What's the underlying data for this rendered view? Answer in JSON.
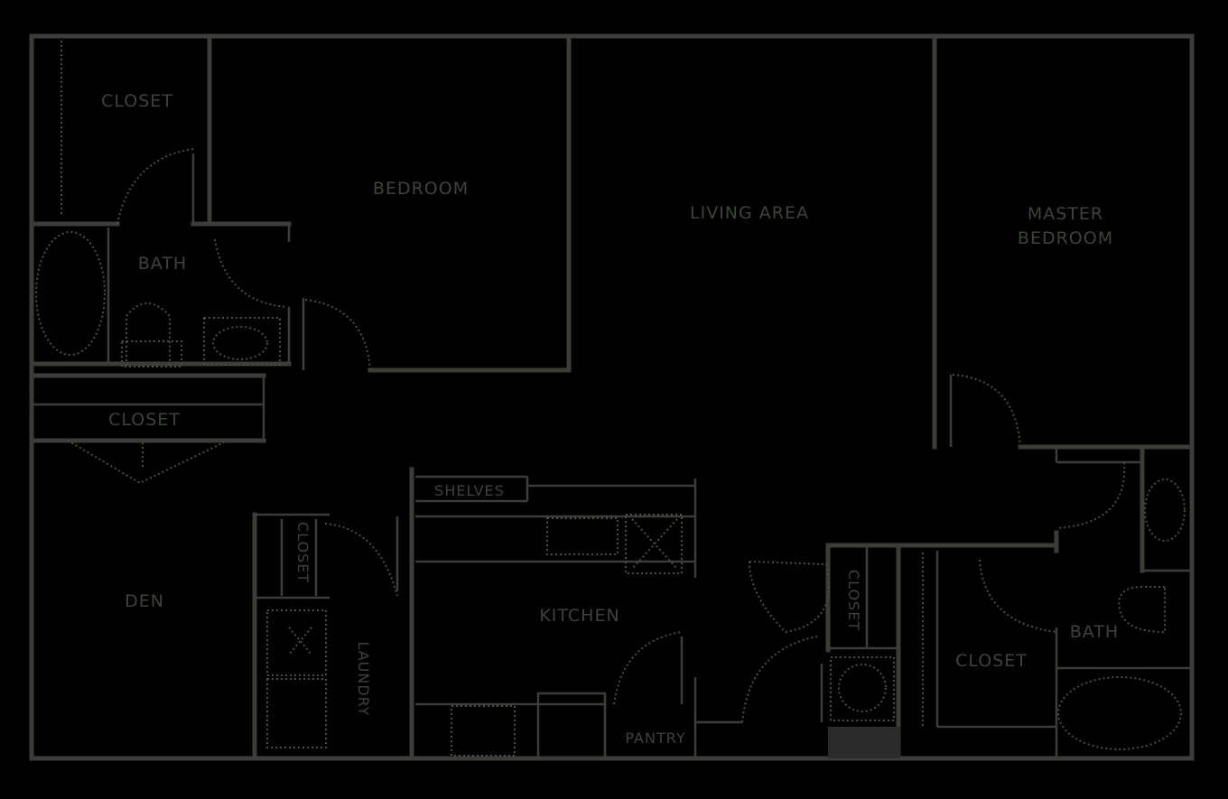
{
  "colors": {
    "background": "#000000",
    "wall": "#3a3d38",
    "label": "#3e423c"
  },
  "rooms": {
    "closet_top_left": "CLOSET",
    "bedroom": "BEDROOM",
    "living_area": "LIVING AREA",
    "master_bedroom_line1": "MASTER",
    "master_bedroom_line2": "BEDROOM",
    "bath_left": "BATH",
    "closet_hall": "CLOSET",
    "den": "DEN",
    "closet_laundry": "CLOSET",
    "laundry": "LAUNDRY",
    "kitchen": "KITCHEN",
    "pantry": "PANTRY",
    "closet_small": "CLOSET",
    "closet_master": "CLOSET",
    "bath_master": "BATH",
    "shelves": "SHELVES"
  }
}
